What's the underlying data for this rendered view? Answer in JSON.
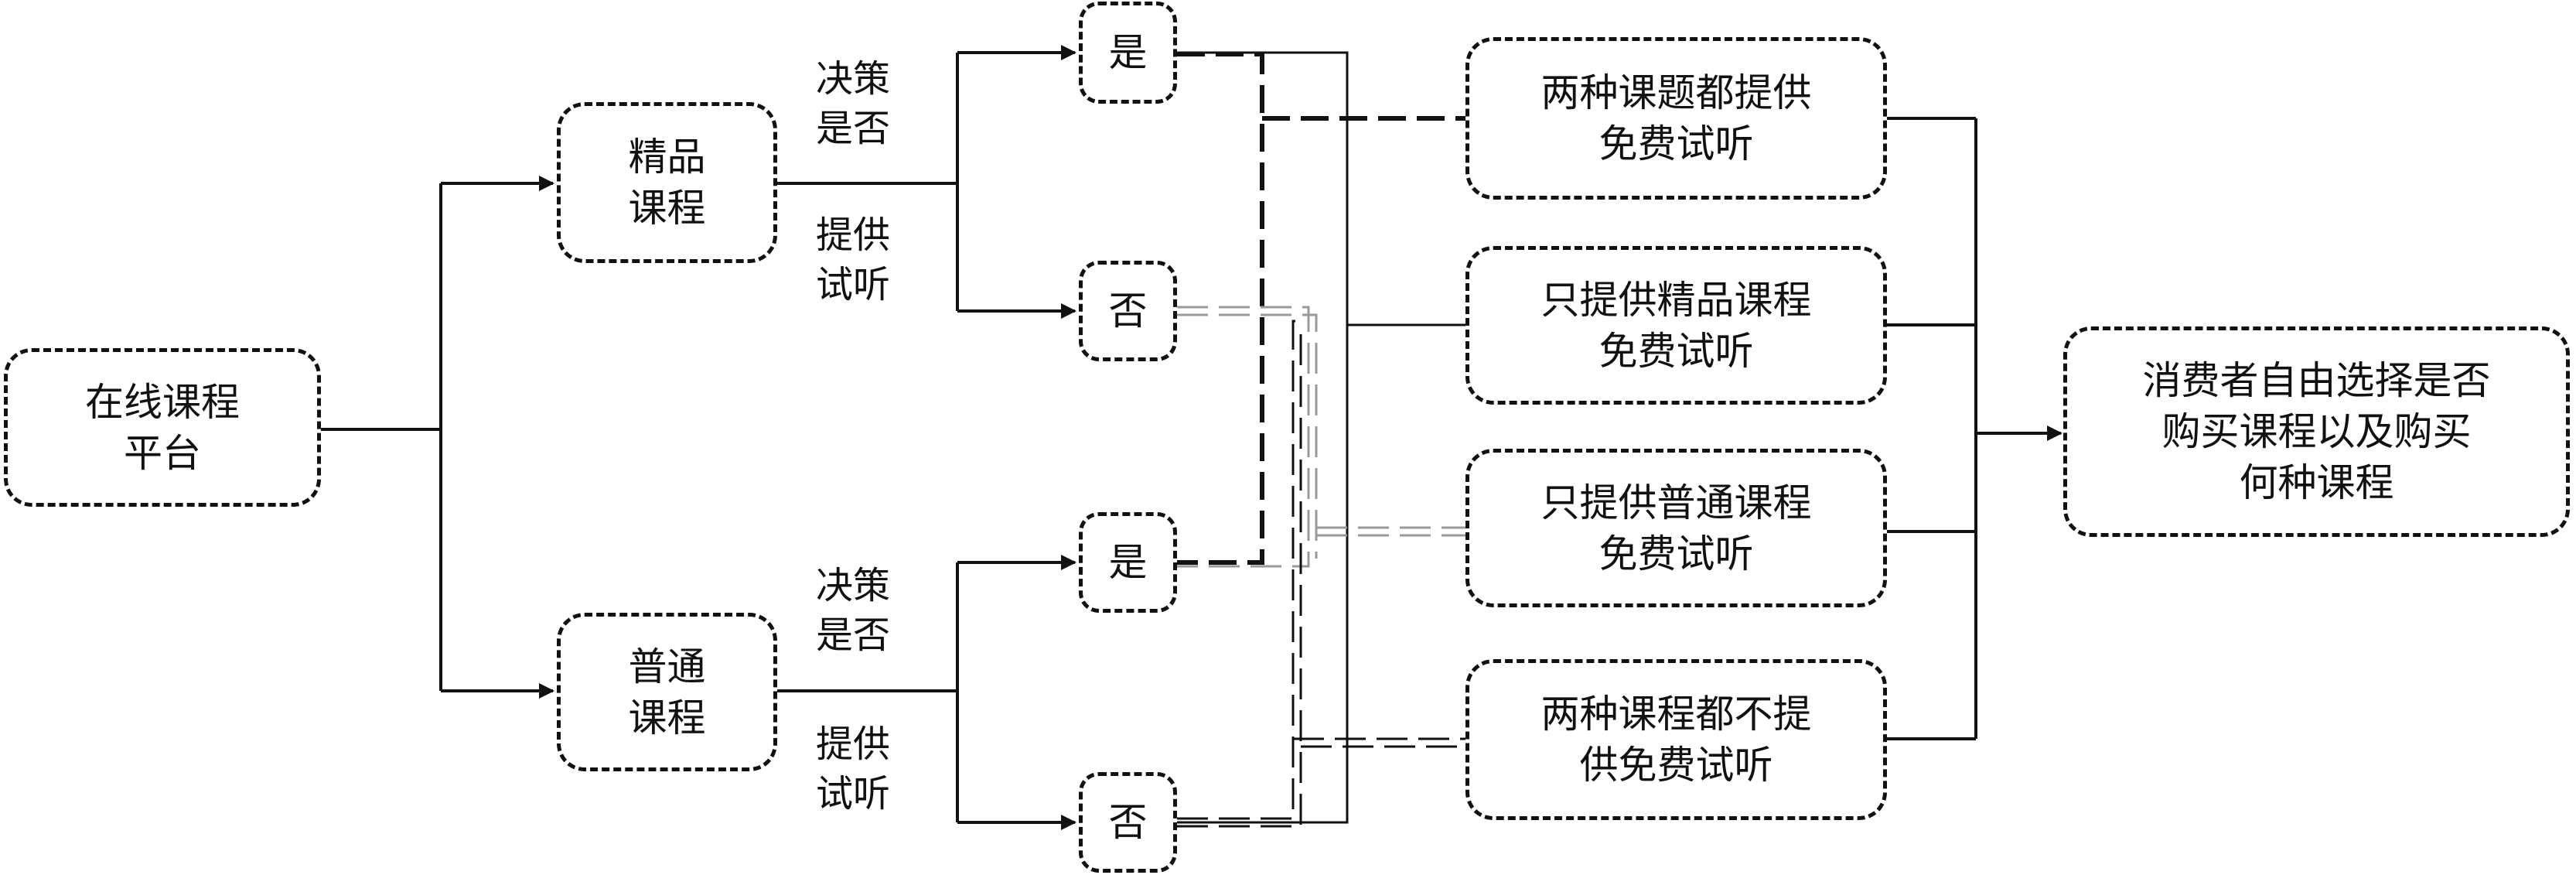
{
  "nodes": {
    "platform": {
      "line1": "在线课程",
      "line2": "平台"
    },
    "premium": {
      "line1": "精品",
      "line2": "课程"
    },
    "regular": {
      "line1": "普通",
      "line2": "课程"
    },
    "yes_top": "是",
    "no_top": "否",
    "yes_bottom": "是",
    "no_bottom": "否",
    "outcome1": {
      "line1": "两种课题都提供",
      "line2": "免费试听"
    },
    "outcome2": {
      "line1": "只提供精品课程",
      "line2": "免费试听"
    },
    "outcome3": {
      "line1": "只提供普通课程",
      "line2": "免费试听"
    },
    "outcome4": {
      "line1": "两种课程都不提",
      "line2": "供免费试听"
    },
    "final": {
      "line1": "消费者自由选择是否",
      "line2": "购买课程以及购买",
      "line3": "何种课程"
    }
  },
  "labels": {
    "premium_decision": {
      "line1": "决策",
      "line2": "是否"
    },
    "premium_trial": {
      "line1": "提供",
      "line2": "试听"
    },
    "regular_decision": {
      "line1": "决策",
      "line2": "是否"
    },
    "regular_trial": {
      "line1": "提供",
      "line2": "试听"
    }
  }
}
